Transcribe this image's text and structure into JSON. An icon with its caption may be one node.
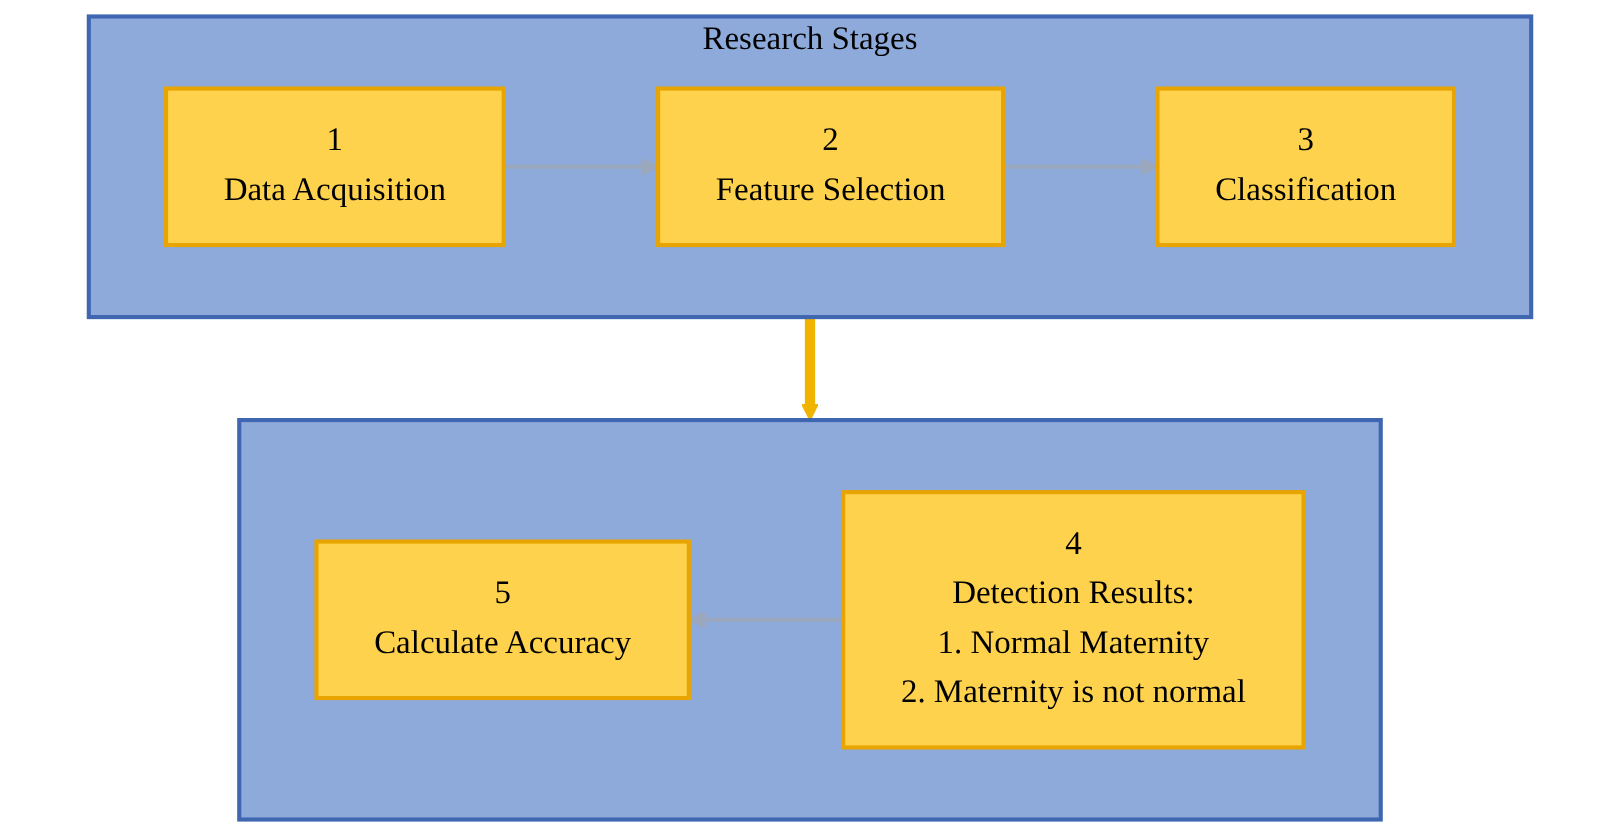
{
  "diagram": {
    "nodes": [
      {
        "text": [
          "Research Stages"
        ]
      },
      {
        "text": [
          "1",
          "Data Acquisition"
        ],
        "in": 0
      },
      {
        "text": [
          "2",
          "Feature Selection"
        ],
        "in": 0
      },
      {
        "text": [
          "3",
          "Classification"
        ],
        "in": 0
      },
      {
        "text": [],
        "shape": "box"
      },
      {
        "text": [
          "5",
          "Calculate Accuracy"
        ],
        "in": 4
      },
      {
        "text": [
          "4",
          "Detection Results:",
          "1. Normal Maternity",
          "2. Maternity is not normal"
        ],
        "in": 4
      }
    ],
    "edges": [
      {
        "from": 1,
        "to": 2,
        "arrow": "to"
      },
      {
        "from": 2,
        "to": 3,
        "arrow": "to"
      },
      {
        "from": 0,
        "to": 4,
        "arrow": "to",
        "style": "thick",
        "color": "#f0b400"
      },
      {
        "from": 6,
        "to": 5,
        "arrow": "to"
      }
    ]
  }
}
